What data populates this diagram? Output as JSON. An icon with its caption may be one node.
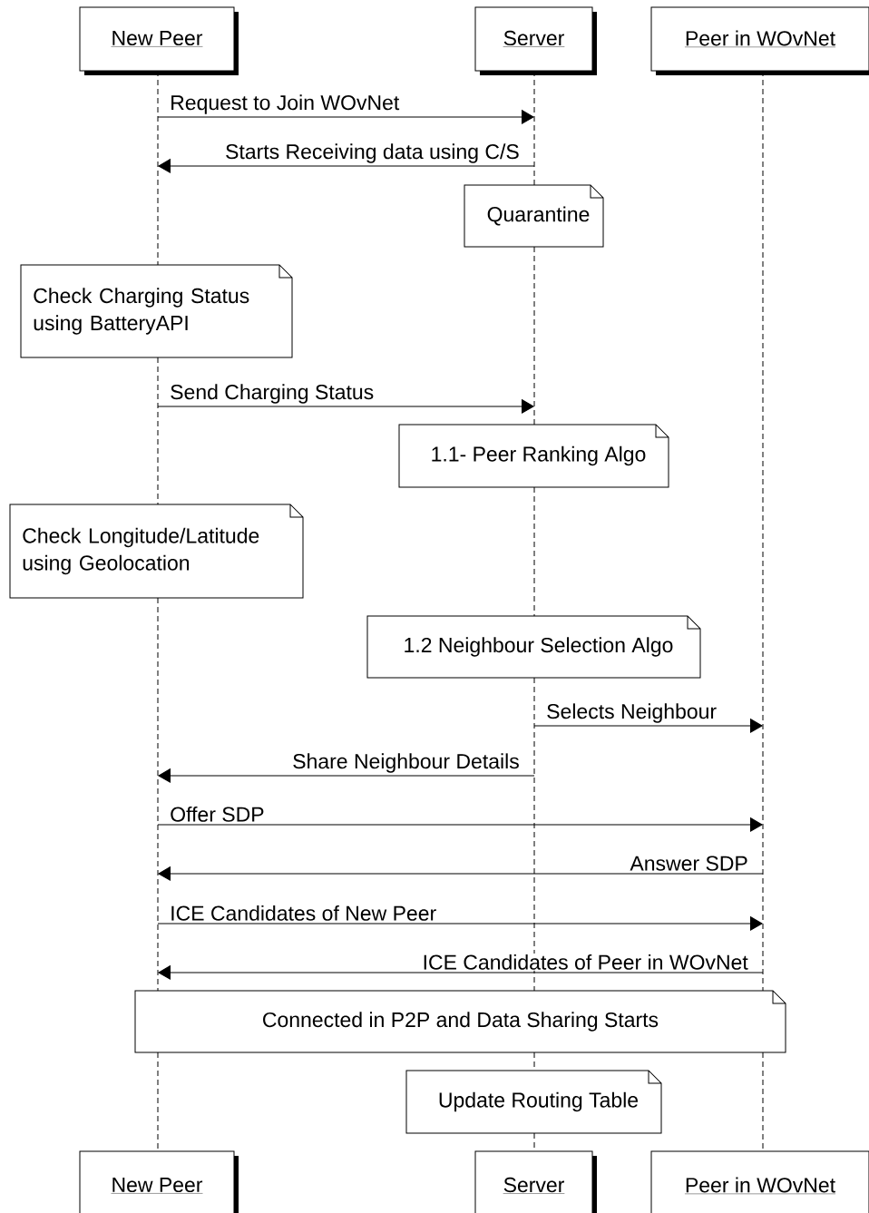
{
  "diagram": {
    "nodes": [
      {
        "text": [
          "New Peer"
        ]
      },
      {
        "text": [
          "Server"
        ]
      },
      {
        "text": [
          "Peer in WOvNet"
        ]
      },
      {
        "text": [
          "Quarantine"
        ]
      },
      {
        "text": [
          "Check Charging Status using BatteryAPI"
        ]
      },
      {
        "text": [
          "1.1- Peer Ranking Algo"
        ]
      },
      {
        "text": [
          "Check Longitude/Latitude using Geolocation"
        ]
      },
      {
        "text": [
          "1.2 Neighbour Selection Algo"
        ]
      },
      {
        "text": [
          "Connected in P2P and Data Sharing Starts"
        ]
      },
      {
        "text": [
          "Update Routing Table"
        ]
      },
      {
        "text": [
          "New Peer"
        ]
      },
      {
        "text": [
          "Server"
        ]
      },
      {
        "text": [
          "Peer in WOvNet"
        ]
      },
      {
        "text": [],
        "shape": "line"
      },
      {
        "text": [],
        "shape": "line"
      },
      {
        "text": [],
        "shape": "line"
      }
    ],
    "edges": [
      {
        "from": 13,
        "to": 14,
        "arrow": "to",
        "label": "Request to Join WOvNet"
      },
      {
        "from": 14,
        "to": 13,
        "arrow": "to",
        "label": "Starts Receiving data using C/S"
      },
      {
        "from": 13,
        "to": 14,
        "arrow": "to",
        "label": "Send Charging Status"
      },
      {
        "from": 14,
        "to": 15,
        "arrow": "to",
        "label": "Selects Neighbour"
      },
      {
        "from": 14,
        "to": 13,
        "arrow": "to",
        "label": "Share Neighbour Details"
      },
      {
        "from": 13,
        "to": 15,
        "arrow": "to",
        "label": "Offer SDP"
      },
      {
        "from": 15,
        "to": 13,
        "arrow": "to",
        "label": "Answer SDP"
      },
      {
        "from": 13,
        "to": 15,
        "arrow": "to",
        "label": "ICE Candidates of New Peer"
      },
      {
        "from": 15,
        "to": 13,
        "arrow": "to",
        "label": "ICE Candidates of Peer in WOvNet"
      }
    ]
  }
}
